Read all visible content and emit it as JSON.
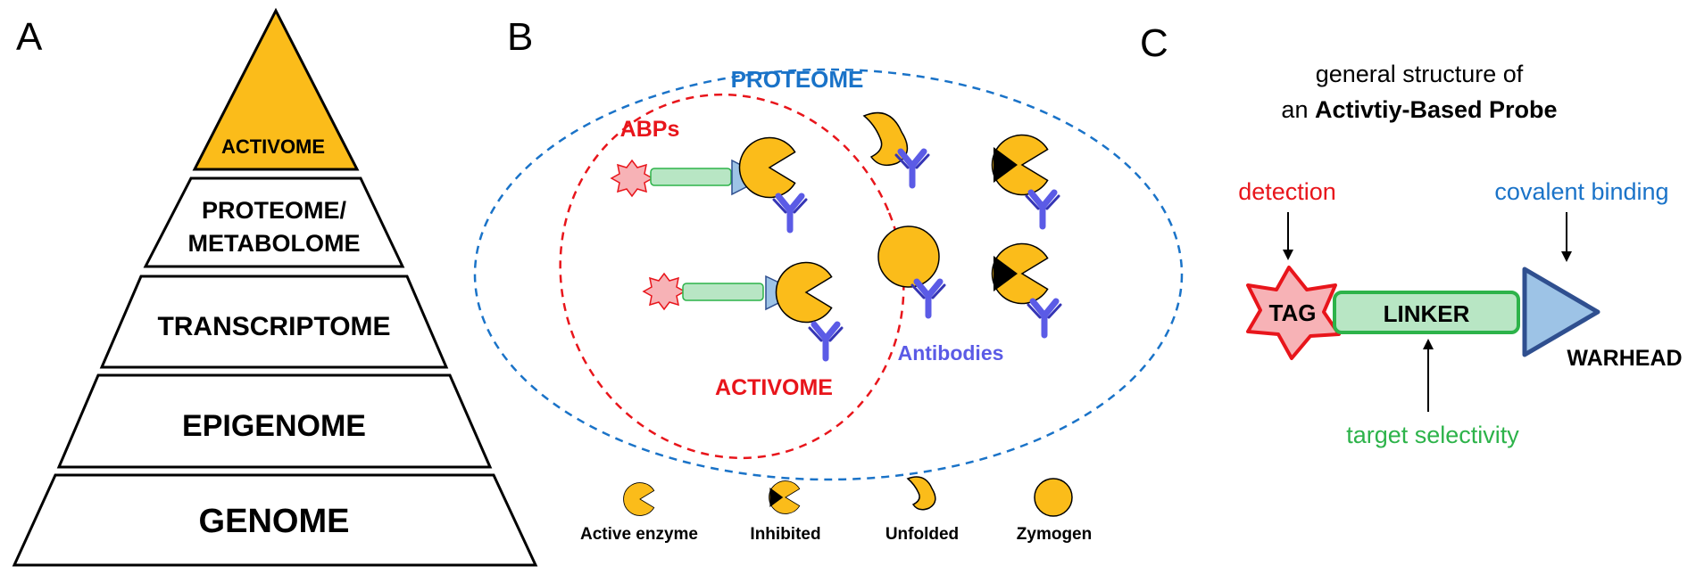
{
  "panels": {
    "a": "A",
    "b": "B",
    "c": "C"
  },
  "pyramid": {
    "tiers": [
      {
        "label_lines": [
          "ACTIVOME"
        ]
      },
      {
        "label_lines": [
          "PROTEOME/",
          "METABOLOME"
        ]
      },
      {
        "label_lines": [
          "TRANSCRIPTOME"
        ]
      },
      {
        "label_lines": [
          "EPIGENOME"
        ]
      },
      {
        "label_lines": [
          "GENOME"
        ]
      }
    ],
    "colors": {
      "apex": "#fbbc1a",
      "tier": "#ffffff",
      "stroke": "#000000"
    }
  },
  "venn": {
    "outer_label": "PROTEOME",
    "inner_label": "ACTIVOME",
    "probes_label": "ABPs",
    "antibodies_label": "Antibodies",
    "colors": {
      "outer": "#1a73c8",
      "inner": "#e8151b",
      "enzyme": "#fbbc1a",
      "antibody": "#5b5be6",
      "linker": "#b8e6c4",
      "warhead": "#9dc3e6"
    }
  },
  "legend": [
    {
      "icon": "active-enzyme",
      "label": "Active enzyme"
    },
    {
      "icon": "inhibited-enzyme",
      "label": "Inhibited"
    },
    {
      "icon": "unfolded-enzyme",
      "label": "Unfolded"
    },
    {
      "icon": "zymogen",
      "label": "Zymogen"
    }
  ],
  "probe": {
    "title_line1": "general structure of",
    "title_line2_prefix": "an ",
    "title_line2_bold": "Activtiy-Based Probe",
    "tag": "TAG",
    "linker": "LINKER",
    "warhead": "WARHEAD",
    "detection": "detection",
    "covalent_binding": "covalent binding",
    "target_selectivity": "target selectivity"
  }
}
